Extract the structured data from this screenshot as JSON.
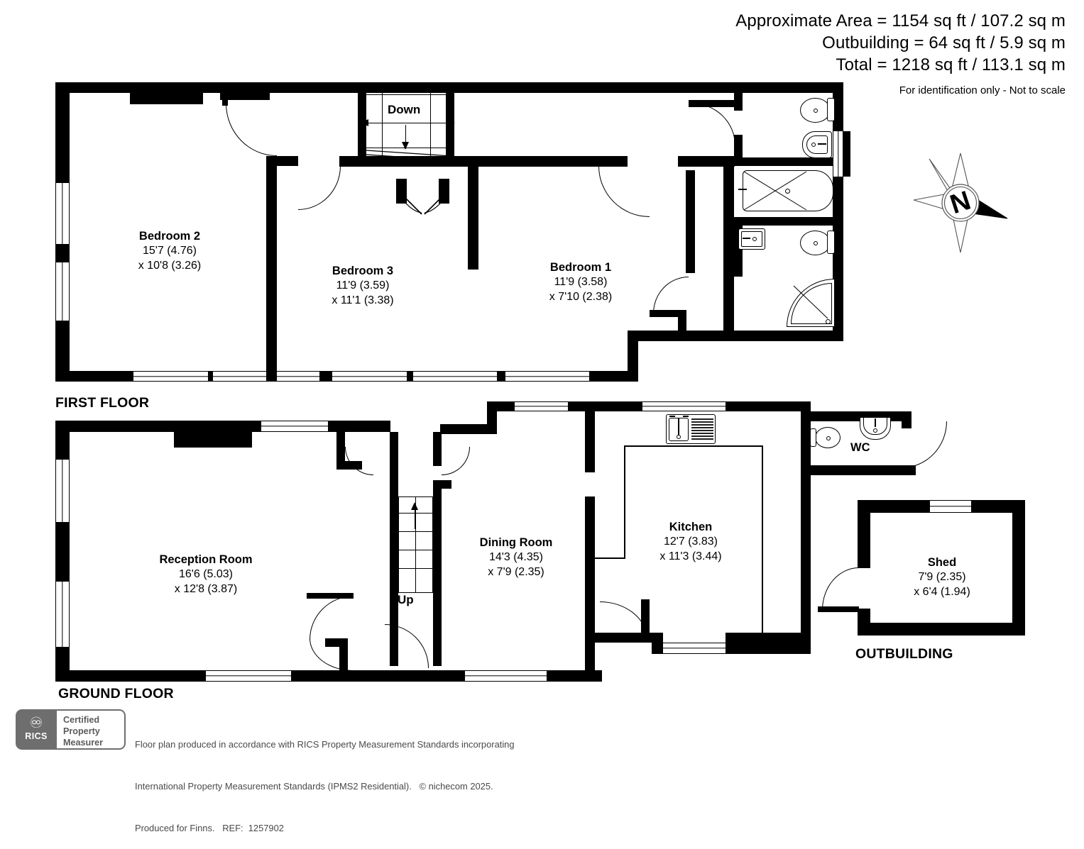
{
  "header": {
    "approx_area": "Approximate Area = 1154 sq ft / 107.2 sq m",
    "outbuilding_area": "Outbuilding = 64 sq ft / 5.9 sq m",
    "total_area": "Total = 1218 sq ft / 113.1 sq m",
    "disclaimer": "For identification only - Not to scale"
  },
  "compass": {
    "letter": "N"
  },
  "floors": [
    {
      "id": "first-floor",
      "label": "FIRST FLOOR",
      "rooms": [
        {
          "name": "Bedroom 2",
          "dim1": "15'7 (4.76)",
          "dim2": "x 10'8 (3.26)"
        },
        {
          "name": "Bedroom 3",
          "dim1": "11'9 (3.59)",
          "dim2": "x 11'1 (3.38)"
        },
        {
          "name": "Bedroom 1",
          "dim1": "11'9 (3.58)",
          "dim2": "x 7'10 (2.38)"
        }
      ],
      "stairs_label": "Down"
    },
    {
      "id": "ground-floor",
      "label": "GROUND FLOOR",
      "rooms": [
        {
          "name": "Reception Room",
          "dim1": "16'6 (5.03)",
          "dim2": "x 12'8 (3.87)"
        },
        {
          "name": "Dining Room",
          "dim1": "14'3 (4.35)",
          "dim2": "x 7'9 (2.35)"
        },
        {
          "name": "Kitchen",
          "dim1": "12'7 (3.83)",
          "dim2": "x 11'3 (3.44)"
        }
      ],
      "wc_label": "WC",
      "stairs_label": "Up"
    },
    {
      "id": "outbuilding",
      "label": "OUTBUILDING",
      "rooms": [
        {
          "name": "Shed",
          "dim1": "7'9 (2.35)",
          "dim2": "x 6'4 (1.94)"
        }
      ]
    }
  ],
  "footer": {
    "badge_mark": "RICS",
    "badge_line1": "Certified",
    "badge_line2": "Property",
    "badge_line3": "Measurer",
    "text_line1": "Floor plan produced in accordance with RICS Property Measurement Standards incorporating",
    "text_line2": "International Property Measurement Standards (IPMS2 Residential).   © nichecom 2025.",
    "text_line3": "Produced for Finns.   REF:  1257902"
  },
  "colors": {
    "wall": "#000000",
    "paper": "#ffffff",
    "badge_gray": "#6e6e6e",
    "footer_text": "#4a4a4a"
  }
}
